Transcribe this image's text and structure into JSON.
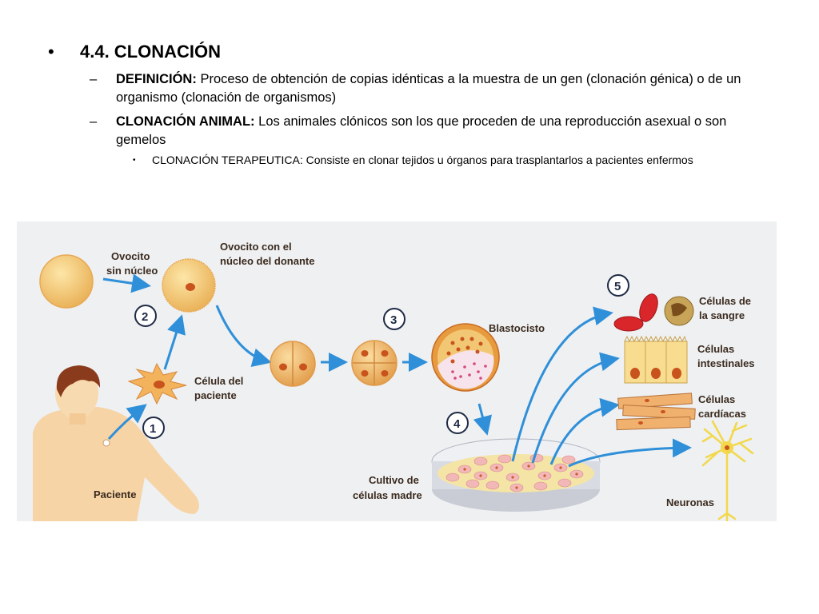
{
  "heading": {
    "bullet": "•",
    "title": "4.4. CLONACIÓN"
  },
  "items": [
    {
      "dash": "–",
      "term": "DEFINICIÓN:",
      "text": "Proceso de obtención de copias idénticas a la muestra de un gen (clonación génica) o de un organismo (clonación de organismos)"
    },
    {
      "dash": "–",
      "term": "CLONACIÓN ANIMAL:",
      "text": "Los animales clónicos son los que proceden de una reproducción asexual o son gemelos"
    }
  ],
  "subitem": {
    "bullet": "•",
    "text": "CLONACIÓN TERAPEUTICA: Consiste en clonar tejidos u órganos para trasplantarlos a pacientes enfermos"
  },
  "diagram": {
    "labels": {
      "ovocito_sin_nucleo_1": "Ovocito",
      "ovocito_sin_nucleo_2": "sin núcleo",
      "ovocito_donante_1": "Ovocito con el",
      "ovocito_donante_2": "núcleo del donante",
      "celula_paciente_1": "Célula del",
      "celula_paciente_2": "paciente",
      "paciente": "Paciente",
      "blastocisto": "Blastocisto",
      "cultivo_1": "Cultivo de",
      "cultivo_2": "células madre",
      "sangre_1": "Células de",
      "sangre_2": "la sangre",
      "intestinales_1": "Células",
      "intestinales_2": "intestinales",
      "cardiacas_1": "Células",
      "cardiacas_2": "cardíacas",
      "neuronas": "Neuronas"
    },
    "steps": [
      "1",
      "2",
      "3",
      "4",
      "5"
    ],
    "colors": {
      "arrow": "#2f8fd8",
      "cell": "#f3c46a",
      "nucleus": "#c9531c",
      "skin": "#f6d4a6",
      "hair": "#8a3b1b"
    }
  }
}
